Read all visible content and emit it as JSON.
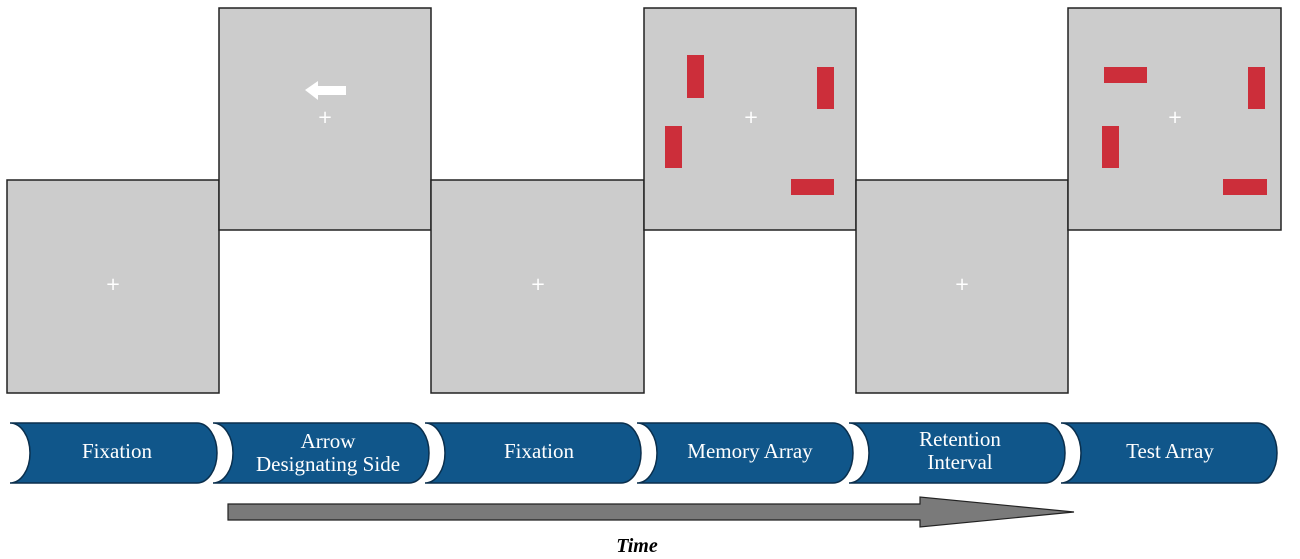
{
  "colors": {
    "screen_fill": "#cccccc",
    "screen_border": "#222222",
    "fixation_cross": "#ffffff",
    "cue_arrow": "#ffffff",
    "memory_bar": "#cc2e3a",
    "banner_fill": "#10568a",
    "banner_border": "#0a2f4d",
    "time_arrow_fill": "#7a7a7a",
    "time_arrow_border": "#222222"
  },
  "screens": [
    {
      "id": "fixation-1",
      "content": "fixation-cross"
    },
    {
      "id": "arrow-cue",
      "content": "left-arrow-cue"
    },
    {
      "id": "fixation-2",
      "content": "fixation-cross"
    },
    {
      "id": "memory-array",
      "content": "four-red-bars"
    },
    {
      "id": "retention",
      "content": "fixation-cross"
    },
    {
      "id": "test-array",
      "content": "four-red-bars"
    }
  ],
  "phases": [
    {
      "lines": [
        "Fixation"
      ]
    },
    {
      "lines": [
        "Arrow",
        "Designating Side"
      ]
    },
    {
      "lines": [
        "Fixation"
      ]
    },
    {
      "lines": [
        "Memory Array"
      ]
    },
    {
      "lines": [
        "Retention",
        "Interval"
      ]
    },
    {
      "lines": [
        "Test Array"
      ]
    }
  ],
  "memory_array_bars": [
    "vertical",
    "vertical",
    "vertical",
    "horizontal"
  ],
  "test_array_bars": [
    "horizontal",
    "vertical",
    "vertical",
    "horizontal"
  ],
  "time_axis": {
    "label": "Time"
  }
}
